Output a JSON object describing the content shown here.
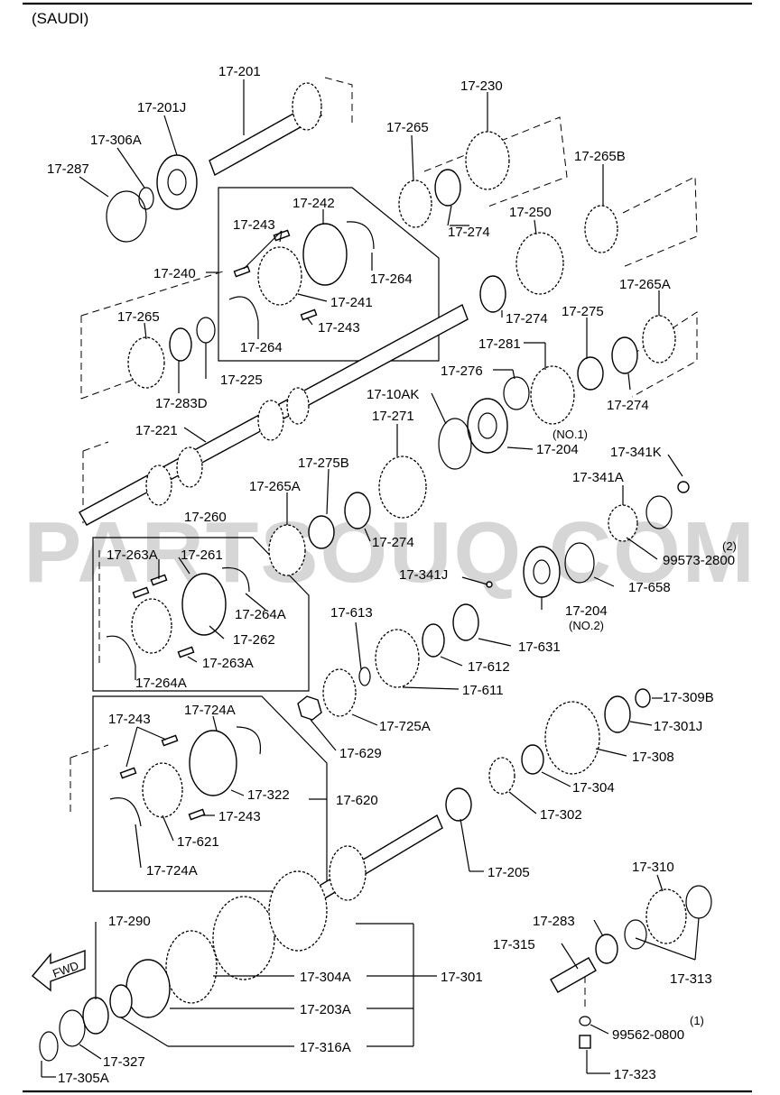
{
  "header": {
    "title": "(SAUDI)"
  },
  "watermark": "PARTSOUQ.COM",
  "direction_label": "FWD",
  "labels": [
    {
      "id": "17-201",
      "text": "17-201"
    },
    {
      "id": "17-201J",
      "text": "17-201J"
    },
    {
      "id": "17-306A",
      "text": "17-306A"
    },
    {
      "id": "17-287",
      "text": "17-287"
    },
    {
      "id": "17-230",
      "text": "17-230"
    },
    {
      "id": "17-265-top",
      "text": "17-265"
    },
    {
      "id": "17-265B",
      "text": "17-265B"
    },
    {
      "id": "17-242",
      "text": "17-242"
    },
    {
      "id": "17-243-a",
      "text": "17-243"
    },
    {
      "id": "17-274-a",
      "text": "17-274"
    },
    {
      "id": "17-250",
      "text": "17-250"
    },
    {
      "id": "17-240",
      "text": "17-240"
    },
    {
      "id": "17-264-a",
      "text": "17-264"
    },
    {
      "id": "17-241",
      "text": "17-241"
    },
    {
      "id": "17-243-b",
      "text": "17-243"
    },
    {
      "id": "17-264-b",
      "text": "17-264"
    },
    {
      "id": "17-265-mid",
      "text": "17-265"
    },
    {
      "id": "17-274-b",
      "text": "17-274"
    },
    {
      "id": "17-275",
      "text": "17-275"
    },
    {
      "id": "17-265A-top",
      "text": "17-265A"
    },
    {
      "id": "17-225",
      "text": "17-225"
    },
    {
      "id": "17-283D",
      "text": "17-283D"
    },
    {
      "id": "17-281",
      "text": "17-281"
    },
    {
      "id": "17-276",
      "text": "17-276"
    },
    {
      "id": "17-274-c",
      "text": "17-274"
    },
    {
      "id": "17-10AK",
      "text": "17-10AK"
    },
    {
      "id": "17-221",
      "text": "17-221"
    },
    {
      "id": "17-271",
      "text": "17-271"
    },
    {
      "id": "17-204-a",
      "text": "17-204"
    },
    {
      "id": "17-341K",
      "text": "17-341K"
    },
    {
      "id": "17-275B",
      "text": "17-275B"
    },
    {
      "id": "17-265A-mid",
      "text": "17-265A"
    },
    {
      "id": "17-341A",
      "text": "17-341A"
    },
    {
      "id": "17-260",
      "text": "17-260"
    },
    {
      "id": "17-274-d",
      "text": "17-274"
    },
    {
      "id": "17-263A-a",
      "text": "17-263A"
    },
    {
      "id": "17-261",
      "text": "17-261"
    },
    {
      "id": "99573-2800",
      "text": "99573-2800"
    },
    {
      "id": "17-341J",
      "text": "17-341J"
    },
    {
      "id": "17-658",
      "text": "17-658"
    },
    {
      "id": "17-264A-a",
      "text": "17-264A"
    },
    {
      "id": "17-613",
      "text": "17-613"
    },
    {
      "id": "17-204-b",
      "text": "17-204"
    },
    {
      "id": "17-262",
      "text": "17-262"
    },
    {
      "id": "17-631",
      "text": "17-631"
    },
    {
      "id": "17-263A-b",
      "text": "17-263A"
    },
    {
      "id": "17-612",
      "text": "17-612"
    },
    {
      "id": "17-264A-b",
      "text": "17-264A"
    },
    {
      "id": "17-611",
      "text": "17-611"
    },
    {
      "id": "17-309B",
      "text": "17-309B"
    },
    {
      "id": "17-243-c",
      "text": "17-243"
    },
    {
      "id": "17-724A-a",
      "text": "17-724A"
    },
    {
      "id": "17-725A",
      "text": "17-725A"
    },
    {
      "id": "17-301J",
      "text": "17-301J"
    },
    {
      "id": "17-629",
      "text": "17-629"
    },
    {
      "id": "17-308",
      "text": "17-308"
    },
    {
      "id": "17-322",
      "text": "17-322"
    },
    {
      "id": "17-304",
      "text": "17-304"
    },
    {
      "id": "17-620",
      "text": "17-620"
    },
    {
      "id": "17-243-d",
      "text": "17-243"
    },
    {
      "id": "17-302",
      "text": "17-302"
    },
    {
      "id": "17-621",
      "text": "17-621"
    },
    {
      "id": "17-724A-b",
      "text": "17-724A"
    },
    {
      "id": "17-205",
      "text": "17-205"
    },
    {
      "id": "17-310",
      "text": "17-310"
    },
    {
      "id": "17-290",
      "text": "17-290"
    },
    {
      "id": "17-283",
      "text": "17-283"
    },
    {
      "id": "17-315",
      "text": "17-315"
    },
    {
      "id": "17-304A",
      "text": "17-304A"
    },
    {
      "id": "17-301",
      "text": "17-301"
    },
    {
      "id": "17-313",
      "text": "17-313"
    },
    {
      "id": "17-203A",
      "text": "17-203A"
    },
    {
      "id": "99562-0800",
      "text": "99562-0800"
    },
    {
      "id": "17-327",
      "text": "17-327"
    },
    {
      "id": "17-316A",
      "text": "17-316A"
    },
    {
      "id": "17-323",
      "text": "17-323"
    },
    {
      "id": "17-305A",
      "text": "17-305A"
    }
  ],
  "notes": [
    {
      "id": "no1",
      "text": "(NO.1)"
    },
    {
      "id": "no2",
      "text": "(NO.2)"
    },
    {
      "id": "qty2",
      "text": "(2)"
    },
    {
      "id": "qty1",
      "text": "(1)"
    }
  ]
}
